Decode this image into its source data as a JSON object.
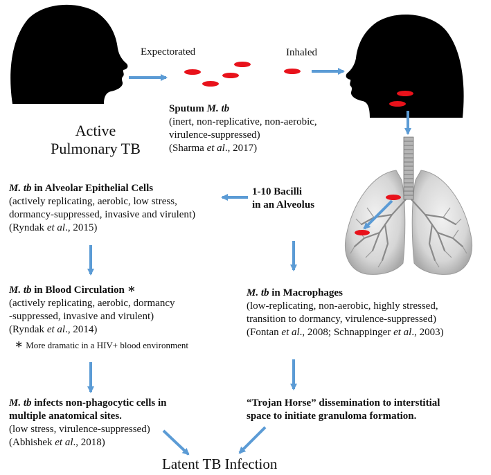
{
  "left_head_label": {
    "line1": "Active",
    "line2": "Pulmonary TB"
  },
  "expectorated": "Expectorated",
  "inhaled": "Inhaled",
  "sputum": {
    "title_a": "Sputum ",
    "title_b": "M. tb",
    "line1": "(inert, non-replicative, non-aerobic,",
    "line2": "virulence-suppressed)",
    "cite_a": "(Sharma ",
    "cite_b": "et al",
    "cite_c": "., 2017)"
  },
  "bacilli": {
    "line1": "1-10 Bacilli",
    "line2": "in an Alveolus"
  },
  "epithelial": {
    "title_a": "M. tb",
    "title_b": " in Alveolar Epithelial Cells",
    "line1": "(actively replicating, aerobic, low stress,",
    "line2": "dormancy-suppressed, invasive and virulent)",
    "cite_a": "(Ryndak ",
    "cite_b": "et al",
    "cite_c": "., 2015)"
  },
  "blood": {
    "title_a": "M. tb",
    "title_b": " in Blood Circulation ",
    "star": "∗",
    "line1": "(actively replicating, aerobic, dormancy",
    "line2": "-suppressed, invasive and virulent)",
    "cite_a": "(Ryndak ",
    "cite_b": "et al",
    "cite_c": "., 2014)",
    "note_star": "∗",
    "note": "More dramatic in a HIV+ blood environment"
  },
  "macrophages": {
    "title_a": "M. tb",
    "title_b": " in Macrophages",
    "line1": "(low-replicating, non-aerobic, highly stressed,",
    "line2": "transition to dormancy, virulence-suppressed)",
    "cite_a": "(Fontan ",
    "cite_b": "et al",
    "cite_c": "., 2008; Schnappinger ",
    "cite_d": "et al",
    "cite_e": "., 2003)"
  },
  "nonphago": {
    "title_a": "M. tb",
    "title_b": " infects non-phagocytic cells in",
    "title_c": "multiple anatomical sites.",
    "line1": "(low stress, virulence-suppressed)",
    "cite_a": "(Abhishek ",
    "cite_b": "et al",
    "cite_c": "., 2018)"
  },
  "trojan": {
    "line1": "“Trojan Horse” dissemination to interstitial",
    "line2": "space to initiate granuloma formation."
  },
  "latent": "Latent TB Infection",
  "colors": {
    "arrow": "#5b9bd5",
    "bacillus": "#e8121b",
    "head": "#000000",
    "lung": "#d4d4d4"
  }
}
